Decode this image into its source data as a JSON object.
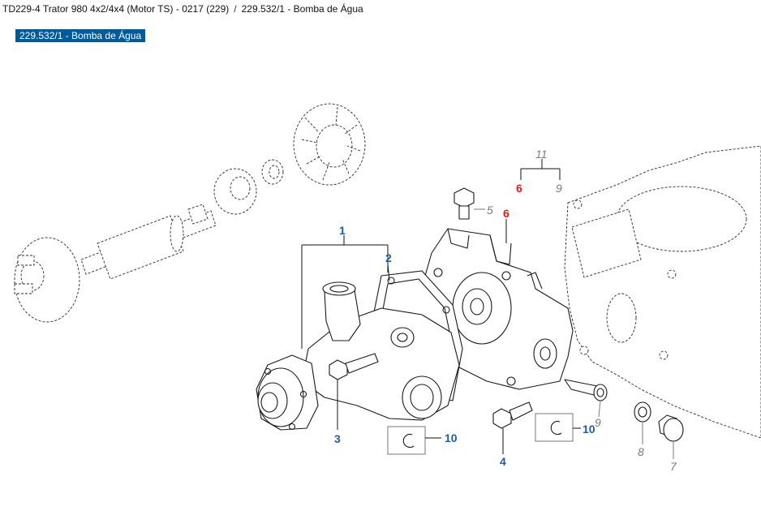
{
  "breadcrumb": {
    "items": [
      "TD229-4 Trator 980 4x2/4x4 (Motor TS) - 0217 (229)",
      "229.532/1 - Bomba de Água"
    ],
    "separator": "/"
  },
  "active_tab": {
    "label": "229.532/1 - Bomba de Água"
  },
  "colors": {
    "tab_bg": "#005a9c",
    "label_blue": "#1b5fa8",
    "label_red": "#e02020",
    "label_gray": "#7a7a7a"
  },
  "callouts": {
    "c1": "1",
    "c2": "2",
    "c3": "3",
    "c4": "4",
    "c5": "5",
    "c6a": "6",
    "c6b": "6",
    "c7": "7",
    "c8": "8",
    "c9a": "9",
    "c9b": "9",
    "c10a": "10",
    "c10b": "10",
    "c11": "11"
  }
}
